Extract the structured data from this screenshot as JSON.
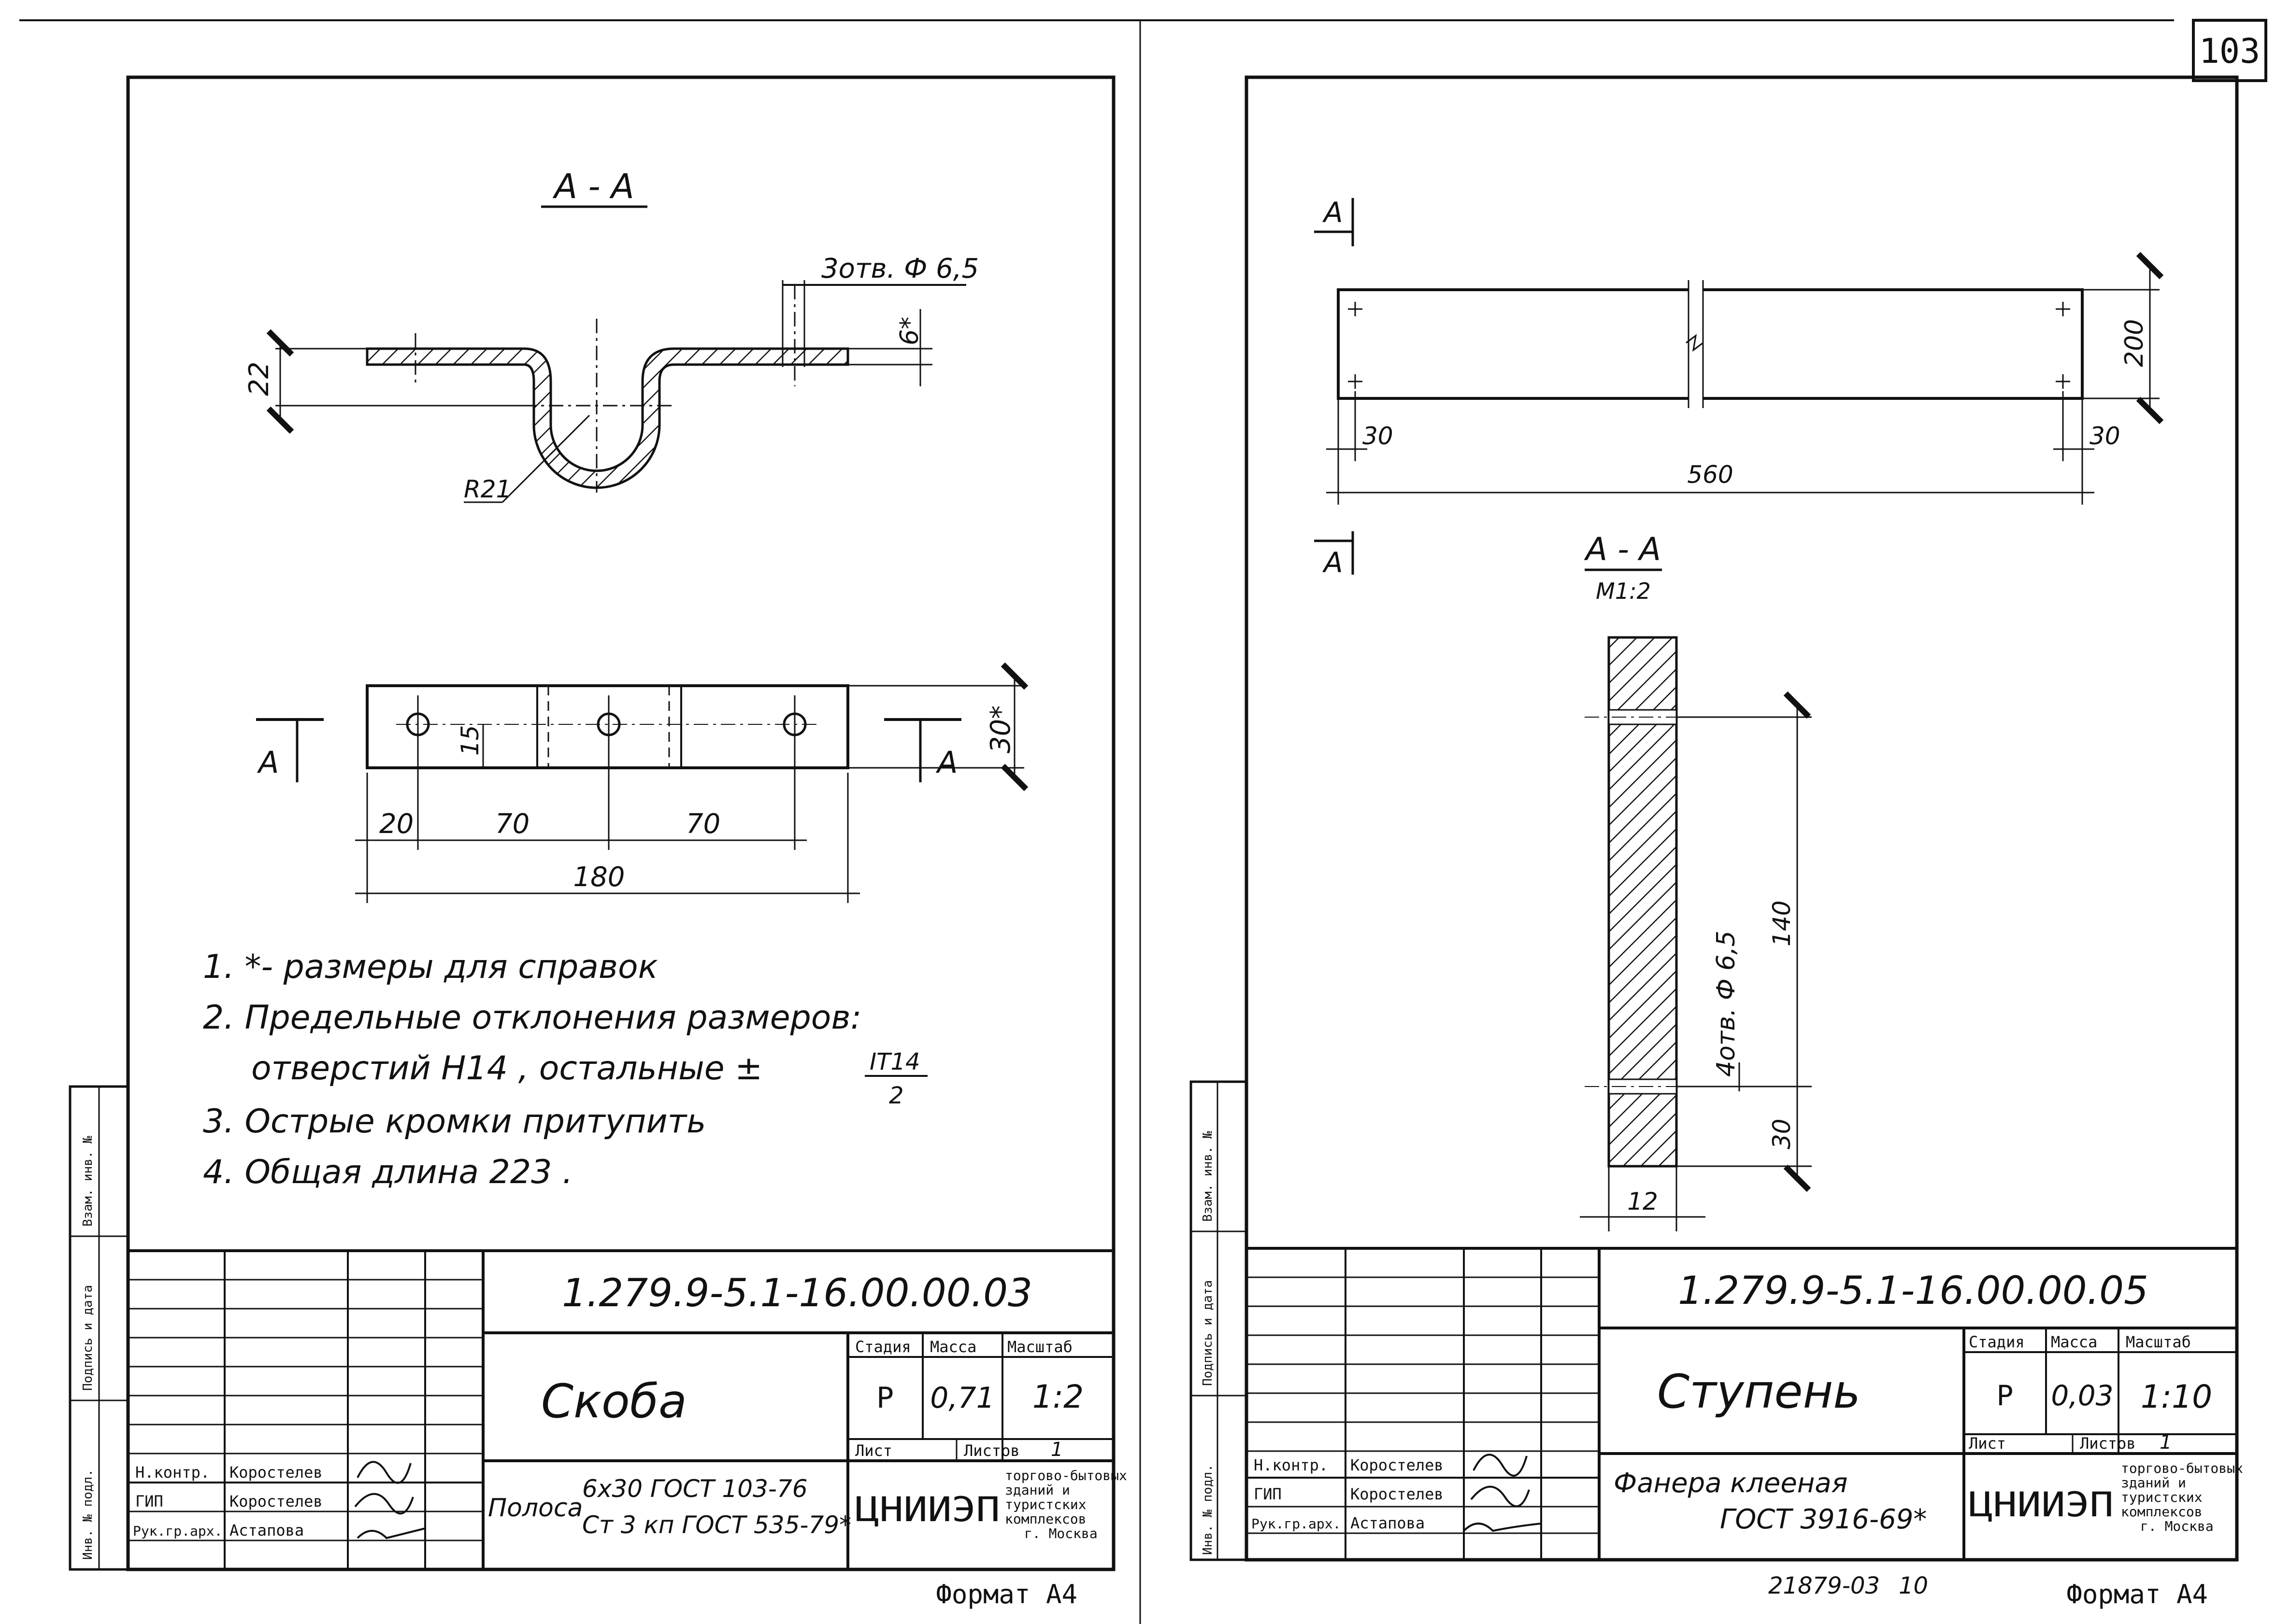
{
  "page_number": "103",
  "archive_number": "21879-03",
  "archive_sheet": "10",
  "left": {
    "section_label": "А - А",
    "cut_mark": "А",
    "holes_note": "3отв. Ф 6,5",
    "dim_6": "6*",
    "dim_22": "22",
    "radius": "R21",
    "dim_15": "15",
    "dim_30": "30*",
    "dim_20": "20",
    "dim_70a": "70",
    "dim_70b": "70",
    "dim_180": "180",
    "notes": [
      "1. *- размеры для справок",
      "2. Предельные отклонения размеров:",
      "отверстий Н14 , остальные ±",
      "3. Острые кромки притупить",
      "4. Общая длина 223 ."
    ],
    "tol_num": "IT14",
    "tol_den": "2",
    "code": "1.279.9-5.1-16.00.00.03",
    "name": "Скоба",
    "material_prefix": "Полоса",
    "material_line1": "6х30 ГОСТ 103-76",
    "material_line2": "Ст 3 кп ГОСТ 535-79*",
    "stage": "Р",
    "mass": "0,71",
    "scale": "1:2",
    "format": "Формат А4"
  },
  "right": {
    "cut_mark": "А",
    "dim_200": "200",
    "dim_30a": "30",
    "dim_30b": "30",
    "dim_560": "560",
    "section_label": "А - А",
    "section_scale": "М1:2",
    "holes_note": "4отв. Ф 6,5",
    "dim_140": "140",
    "dim_30c": "30",
    "dim_12": "12",
    "code": "1.279.9-5.1-16.00.00.05",
    "name": "Ступень",
    "material_line1": "Фанера клееная",
    "material_line2": "ГОСТ 3916-69*",
    "stage": "Р",
    "mass": "0,03",
    "scale": "1:10",
    "format": "Формат А4"
  },
  "title_block": {
    "col_stage": "Стадия",
    "col_mass": "Масса",
    "col_scale": "Масштаб",
    "sheet": "Лист",
    "sheets": "Листов",
    "sheets_count": "1",
    "org_logo": "ЦНИИЭП",
    "org_line1": "торгово-бытовых",
    "org_line2": "зданий и",
    "org_line3": "туристских",
    "org_line4": "комплексов",
    "org_line5": "г. Москва",
    "role1": "Н.контр.",
    "name1": "Коростелев",
    "role2": "ГИП",
    "name2": "Коростелев",
    "role3": "Рук.гр.арх.",
    "name3": "Астапова"
  },
  "side_strip": {
    "s1": "Инв. № подл.",
    "s2": "Подпись и дата",
    "s3": "Взам. инв. №"
  }
}
